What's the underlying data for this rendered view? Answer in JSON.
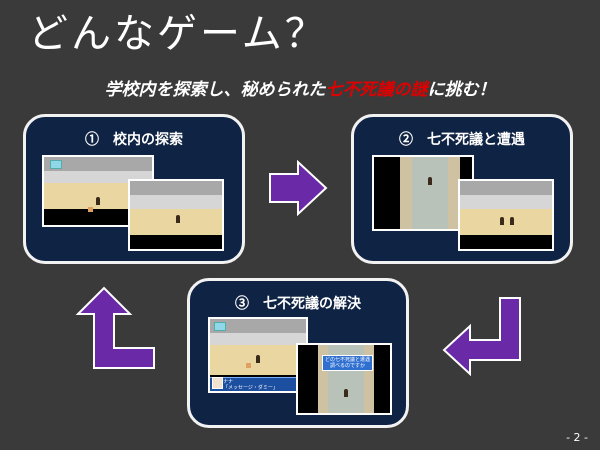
{
  "slide": {
    "title": "どんなゲーム？",
    "subtitle": {
      "before": "学校内を探索し、秘められた",
      "accent": "七不死議の謎",
      "after": "に挑む！"
    },
    "page_number": "- 2 -"
  },
  "panels": [
    {
      "label": "①　校内の探索"
    },
    {
      "label": "②　七不死議と遭遇"
    },
    {
      "label": "③　七不死議の解決"
    }
  ],
  "dialog": {
    "name": "ナナ",
    "line": "「メッセージ・ダミー」"
  },
  "message_box": {
    "line1": "どの七不死議と遭遇",
    "line2": "調べるのですか"
  },
  "colors": {
    "background": "#3a3a3a",
    "panel": "#0f2344",
    "panel_border": "#f2f2f2",
    "accent_text": "#e00000",
    "arrow": "#6a2aa8"
  },
  "icons": {
    "arrows": [
      "arrow-right-icon",
      "arrow-down-left-icon",
      "arrow-up-corner-icon"
    ]
  }
}
